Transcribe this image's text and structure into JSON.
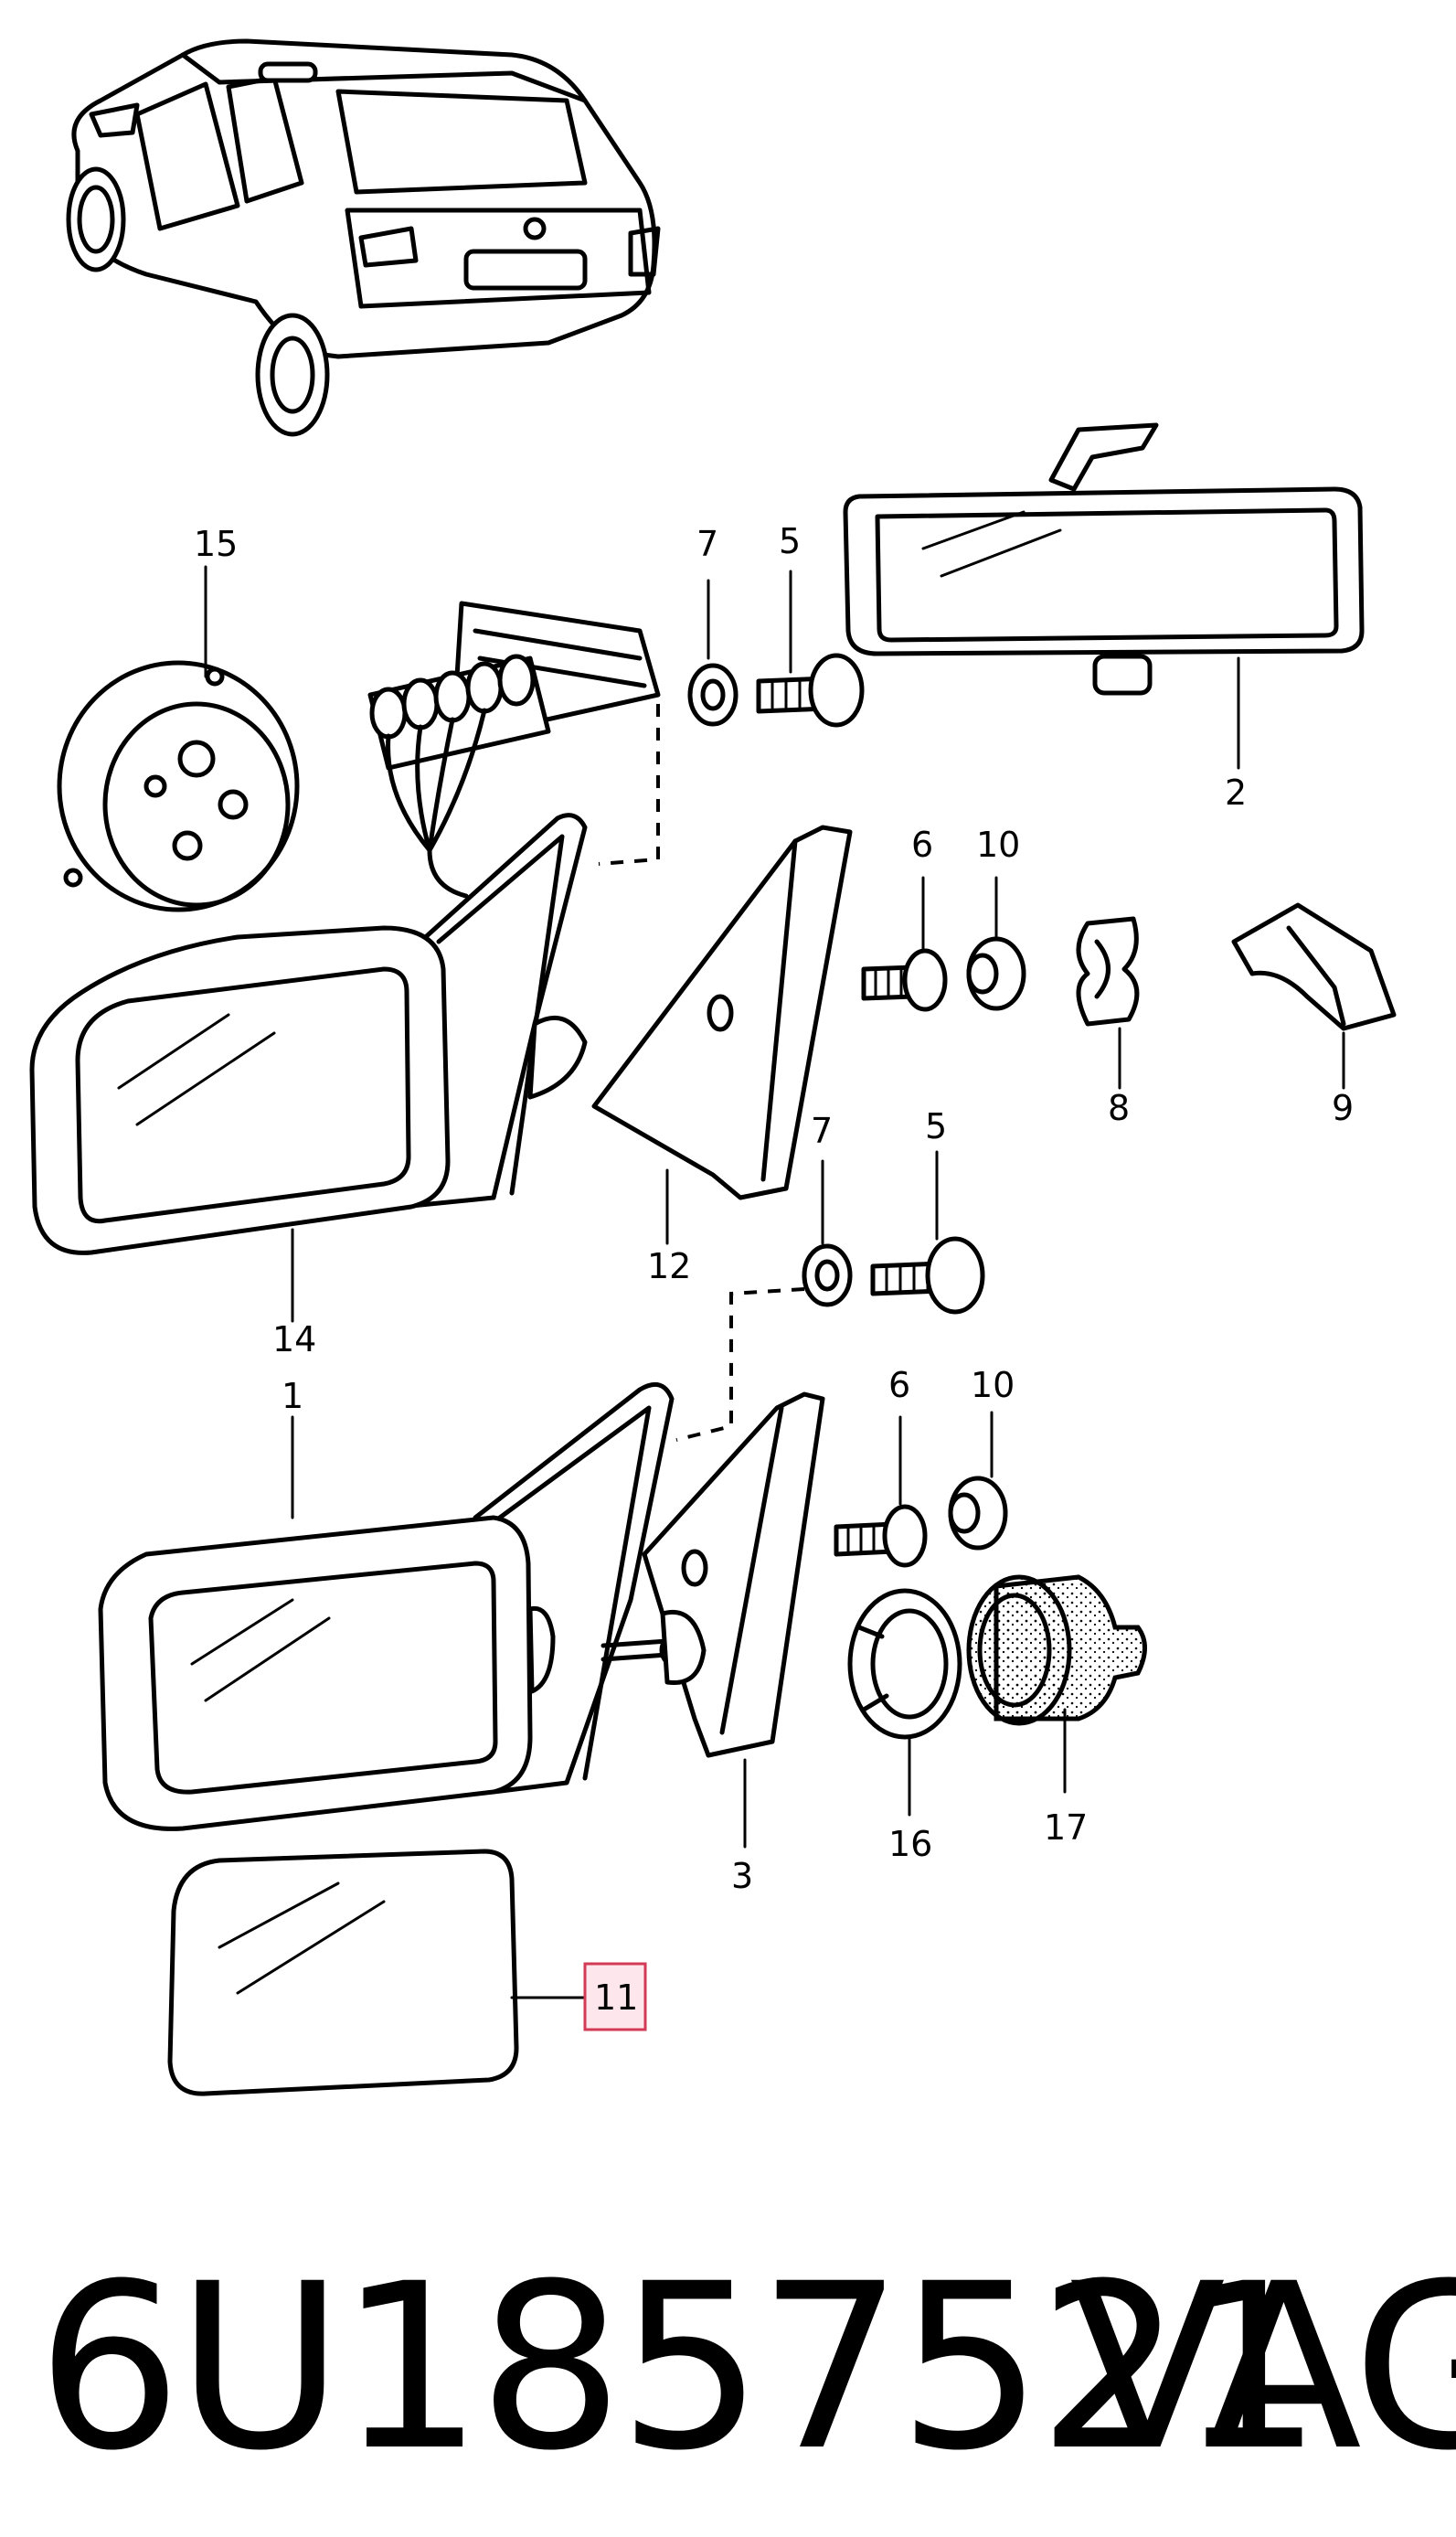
{
  "callouts": {
    "c15": "15",
    "c7a": "7",
    "c5a": "5",
    "c2": "2",
    "c6a": "6",
    "c10a": "10",
    "c8": "8",
    "c9": "9",
    "c14": "14",
    "c12": "12",
    "c7b": "7",
    "c5b": "5",
    "c1": "1",
    "c6b": "6",
    "c10b": "10",
    "c3": "3",
    "c16": "16",
    "c17": "17",
    "c11": "11"
  },
  "highlight_color": "#d23a55",
  "footer": {
    "part_number": "6U1857521",
    "brand": "VAG"
  }
}
